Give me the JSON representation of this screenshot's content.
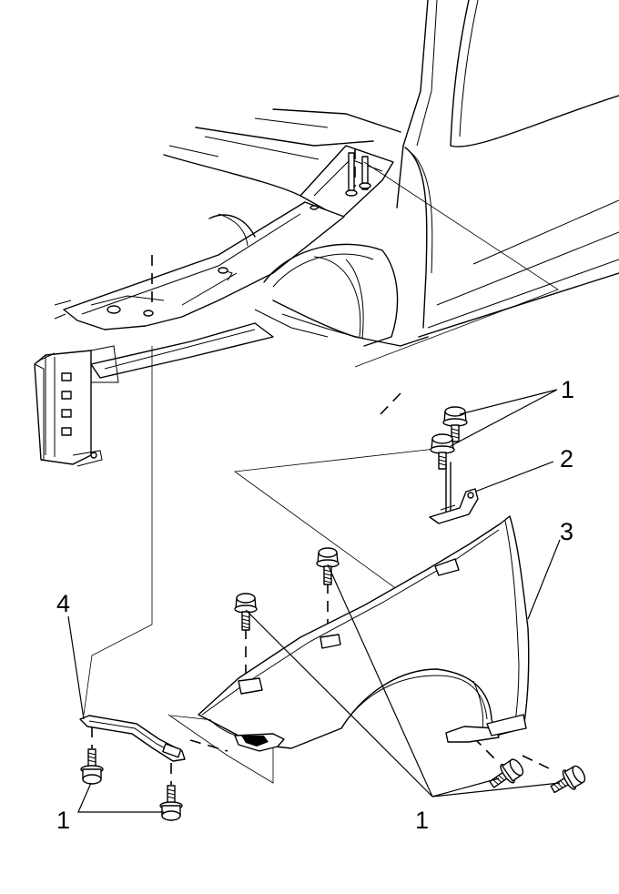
{
  "callouts": {
    "fastener_top": "1",
    "bracket_upper": "2",
    "fender": "3",
    "bracket_lower": "4",
    "fastener_left": "1",
    "fastener_bottom": "1"
  }
}
